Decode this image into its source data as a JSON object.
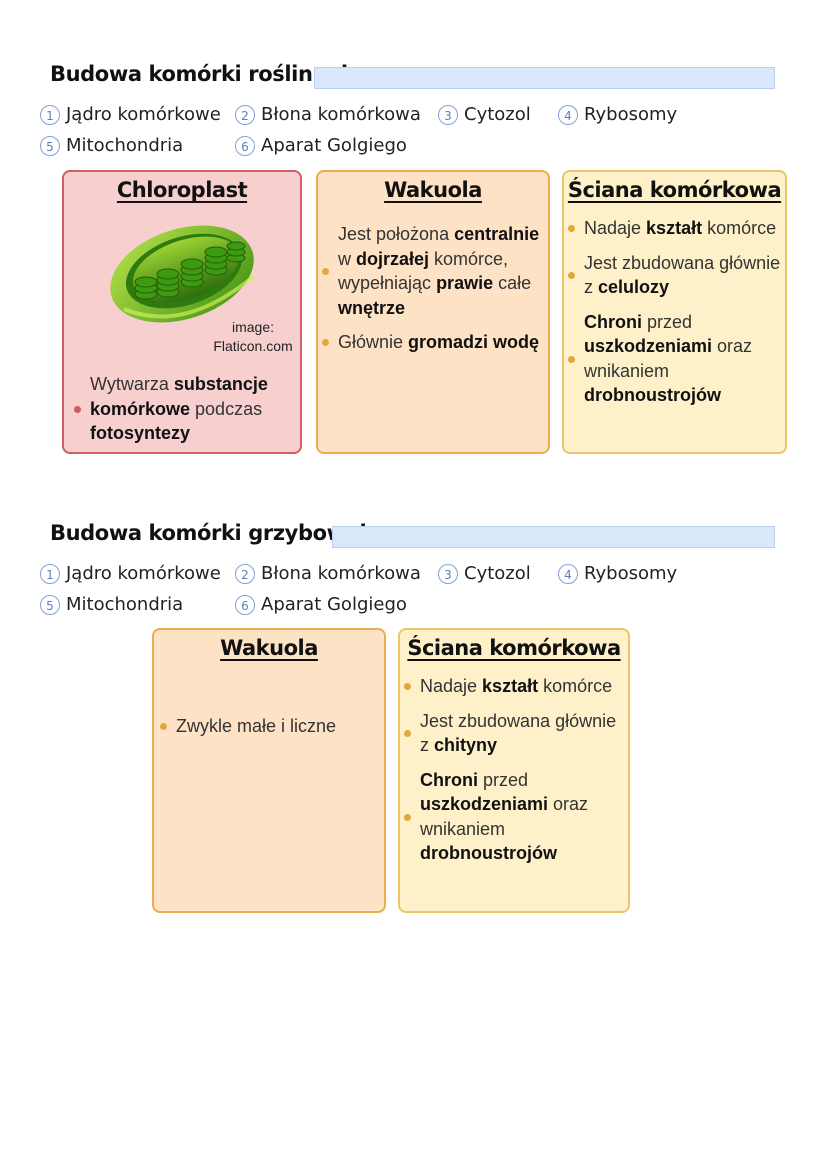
{
  "sections": [
    {
      "title": "Budowa komórki roślinnej",
      "numbered": [
        {
          "n": "1",
          "label": "Jądro komórkowe"
        },
        {
          "n": "2",
          "label": "Błona komórkowa"
        },
        {
          "n": "3",
          "label": "Cytozol"
        },
        {
          "n": "4",
          "label": "Rybosomy"
        },
        {
          "n": "5",
          "label": "Mitochondria"
        },
        {
          "n": "6",
          "label": "Aparat Golgiego"
        }
      ],
      "cards": [
        {
          "title": "Chloroplast",
          "image_credit": [
            "image:",
            "Flaticon.com"
          ],
          "bullets": [
            {
              "parts": [
                {
                  "t": "Wytwarza "
                },
                {
                  "t": "substancje komórkowe",
                  "b": true
                },
                {
                  "t": " podczas "
                },
                {
                  "t": "fotosyntezy",
                  "b": true
                }
              ]
            }
          ]
        },
        {
          "title": "Wakuola",
          "bullets": [
            {
              "parts": [
                {
                  "t": "Jest położona "
                },
                {
                  "t": "centralnie",
                  "b": true
                },
                {
                  "t": " w "
                },
                {
                  "t": "dojrzałej",
                  "b": true
                },
                {
                  "t": " komórce, wypełniając "
                },
                {
                  "t": "prawie",
                  "b": true
                },
                {
                  "t": " całe "
                },
                {
                  "t": "wnętrze",
                  "b": true
                }
              ]
            },
            {
              "parts": [
                {
                  "t": "Głównie "
                },
                {
                  "t": "gromadzi wodę",
                  "b": true
                }
              ]
            }
          ]
        },
        {
          "title": "Ściana komórkowa",
          "bullets": [
            {
              "parts": [
                {
                  "t": "Nadaje "
                },
                {
                  "t": "kształt",
                  "b": true
                },
                {
                  "t": " komórce"
                }
              ]
            },
            {
              "parts": [
                {
                  "t": "Jest zbudowana głównie z "
                },
                {
                  "t": "celulozy",
                  "b": true
                }
              ]
            },
            {
              "parts": [
                {
                  "t": "Chroni",
                  "b": true
                },
                {
                  "t": " przed "
                },
                {
                  "t": "uszkodzeniami",
                  "b": true
                },
                {
                  "t": " oraz wnikaniem "
                },
                {
                  "t": "drobnoustrojów",
                  "b": true
                }
              ]
            }
          ]
        }
      ]
    },
    {
      "title": "Budowa komórki grzybowej",
      "numbered": [
        {
          "n": "1",
          "label": "Jądro komórkowe"
        },
        {
          "n": "2",
          "label": "Błona komórkowa"
        },
        {
          "n": "3",
          "label": "Cytozol"
        },
        {
          "n": "4",
          "label": "Rybosomy"
        },
        {
          "n": "5",
          "label": "Mitochondria"
        },
        {
          "n": "6",
          "label": "Aparat Golgiego"
        }
      ],
      "cards": [
        {
          "title": "Wakuola",
          "bullets": [
            {
              "parts": [
                {
                  "t": "Zwykle małe i liczne"
                }
              ]
            }
          ]
        },
        {
          "title": "Ściana komórkowa",
          "bullets": [
            {
              "parts": [
                {
                  "t": "Nadaje "
                },
                {
                  "t": "kształt",
                  "b": true
                },
                {
                  "t": " komórce"
                }
              ]
            },
            {
              "parts": [
                {
                  "t": "Jest zbudowana głównie z "
                },
                {
                  "t": "chityny",
                  "b": true
                }
              ]
            },
            {
              "parts": [
                {
                  "t": "Chroni",
                  "b": true
                },
                {
                  "t": " przed "
                },
                {
                  "t": "uszkodzeniami",
                  "b": true
                },
                {
                  "t": " oraz wnikaniem "
                },
                {
                  "t": "drobnoustrojów",
                  "b": true
                }
              ]
            }
          ]
        }
      ]
    }
  ]
}
